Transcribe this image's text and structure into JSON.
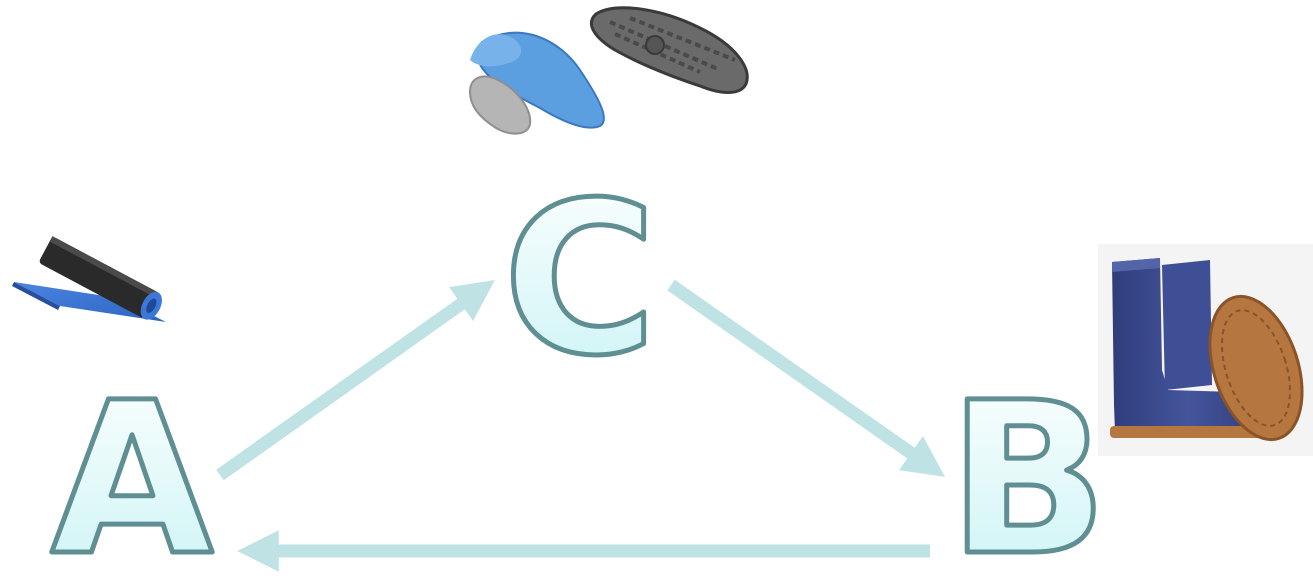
{
  "nodes": {
    "a": {
      "label": "A",
      "picture": "rolled-foam-mat"
    },
    "b": {
      "label": "B",
      "picture": "sheepskin-boots"
    },
    "c": {
      "label": "C",
      "picture": "insole-and-shoe-sole"
    }
  },
  "edges": [
    {
      "from": "A",
      "to": "C"
    },
    {
      "from": "C",
      "to": "B"
    },
    {
      "from": "B",
      "to": "A"
    }
  ],
  "colors": {
    "arrow": "#bfe3e5",
    "letter_stroke": "#5f8f92",
    "letter_fill_top": "#ffffff",
    "letter_fill_bottom": "#c9f3f5",
    "mat_blue": "#3d78d8",
    "mat_black": "#2a2a2a",
    "insole_blue": "#5b9fe0",
    "sole_gray": "#6a6a6a",
    "boot_navy": "#3a4a8c",
    "boot_tan": "#b5763f"
  }
}
